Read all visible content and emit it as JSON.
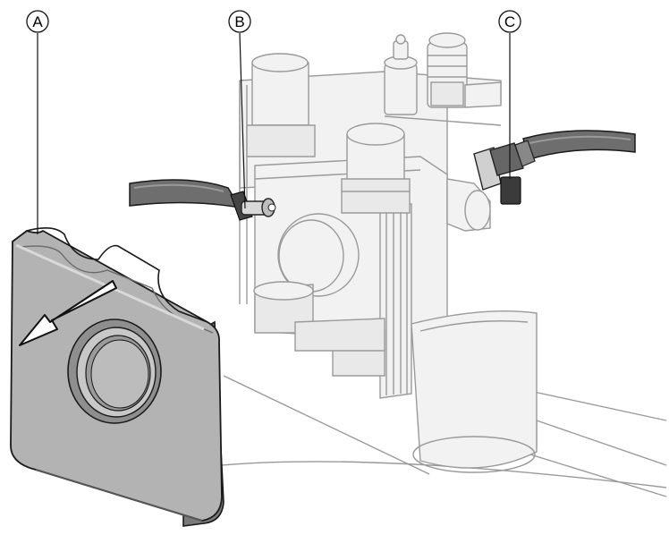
{
  "labels": {
    "a": "A",
    "b": "B",
    "c": "C"
  },
  "colors": {
    "cover": "#b3b3b3",
    "cover_dark": "#7a7a7a",
    "background_part": "#f2f2f2",
    "hose": "#6e6e6e",
    "outline": "#1a1a1a"
  }
}
